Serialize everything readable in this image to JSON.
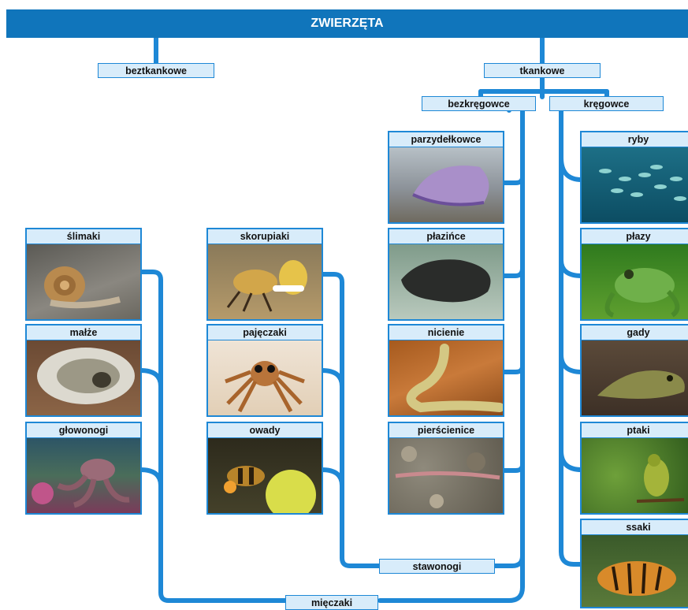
{
  "title": "ZWIERZĘTA",
  "level1": {
    "left": "beztkankowe",
    "right": "tkankowe"
  },
  "level2": {
    "invertebrates": "bezkręgowce",
    "vertebrates": "kręgowce"
  },
  "groups": {
    "arthropods": "stawonogi",
    "molluscs": "mięczaki"
  },
  "molluscs": [
    {
      "name": "ślimaki",
      "image": "snail"
    },
    {
      "name": "małże",
      "image": "oyster"
    },
    {
      "name": "głowonogi",
      "image": "octopus"
    }
  ],
  "arthropods": [
    {
      "name": "skorupiaki",
      "image": "crab"
    },
    {
      "name": "pajęczaki",
      "image": "spider"
    },
    {
      "name": "owady",
      "image": "bee"
    }
  ],
  "invertebrates": [
    {
      "name": "parzydełkowce",
      "image": "jellyfish"
    },
    {
      "name": "płazińce",
      "image": "flatworm"
    },
    {
      "name": "nicienie",
      "image": "nematode"
    },
    {
      "name": "pierścienice",
      "image": "earthworm"
    }
  ],
  "vertebrates": [
    {
      "name": "ryby",
      "image": "fish"
    },
    {
      "name": "płazy",
      "image": "frog"
    },
    {
      "name": "gady",
      "image": "iguana"
    },
    {
      "name": "ptaki",
      "image": "bird"
    },
    {
      "name": "ssaki",
      "image": "tiger"
    }
  ]
}
